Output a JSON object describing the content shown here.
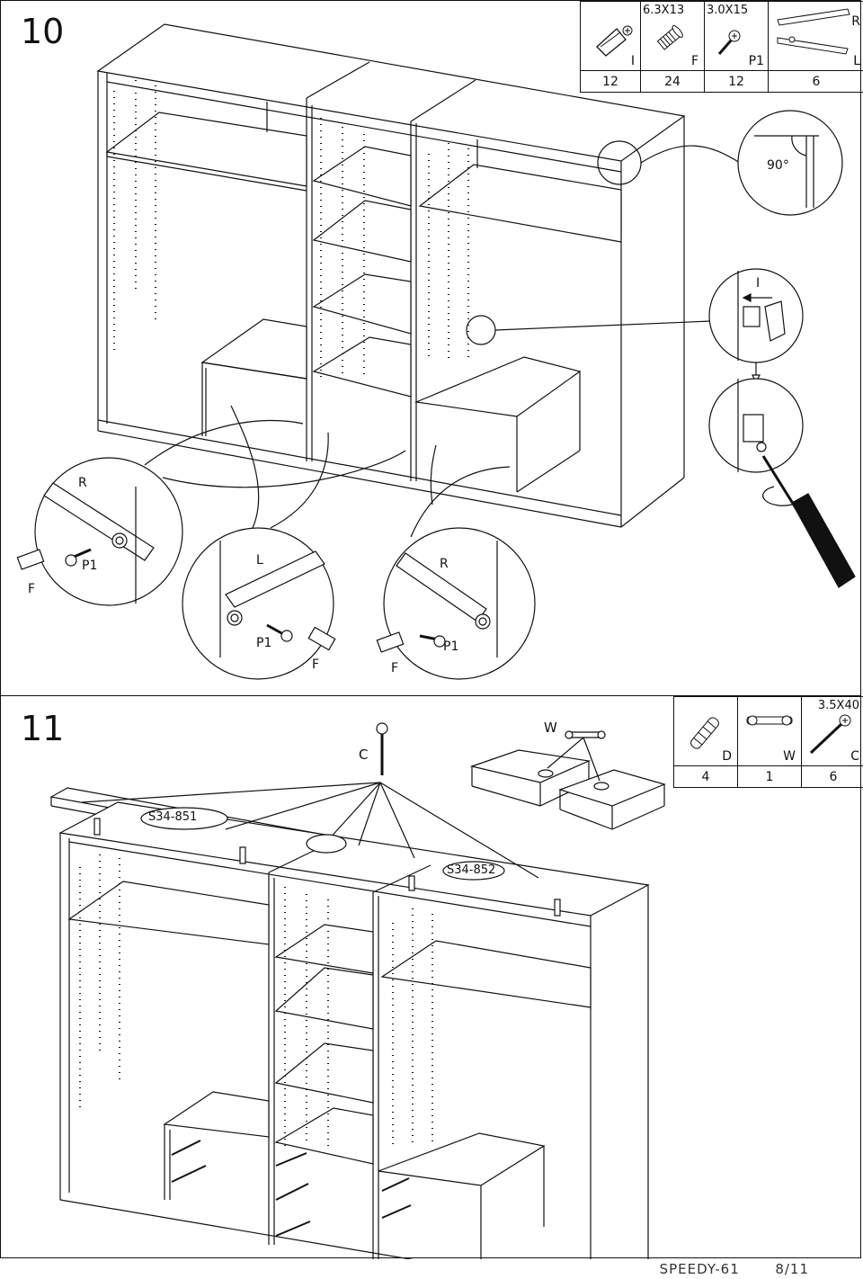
{
  "steps": [
    {
      "number": "10",
      "hardware": [
        {
          "spec": "",
          "code": "I",
          "qty": "12"
        },
        {
          "spec": "6.3X13",
          "code": "F",
          "qty": "24"
        },
        {
          "spec": "3.0X15",
          "code": "P1",
          "qty": "12"
        },
        {
          "spec": "",
          "code": "R",
          "code2": "L",
          "qty": "6"
        }
      ],
      "angle_label": "90°",
      "callouts": {
        "bracket_code": "I",
        "left_detail": {
          "side": "R",
          "screw": "P1",
          "dowel": "F"
        },
        "middle_detail": {
          "side": "L",
          "screw": "P1",
          "dowel": "F"
        },
        "right_detail": {
          "side": "R",
          "screw": "P1",
          "dowel": "F"
        }
      }
    },
    {
      "number": "11",
      "hardware": [
        {
          "spec": "",
          "code": "D",
          "qty": "4"
        },
        {
          "spec": "",
          "code": "W",
          "qty": "1"
        },
        {
          "spec": "3.5X40",
          "code": "C",
          "qty": "6"
        }
      ],
      "callouts": {
        "screw_label": "C",
        "connector_label": "W",
        "part_left": "S34-851",
        "part_right": "S34-852"
      }
    }
  ],
  "footer": {
    "model": "SPEEDY-61",
    "page": "8/11"
  }
}
